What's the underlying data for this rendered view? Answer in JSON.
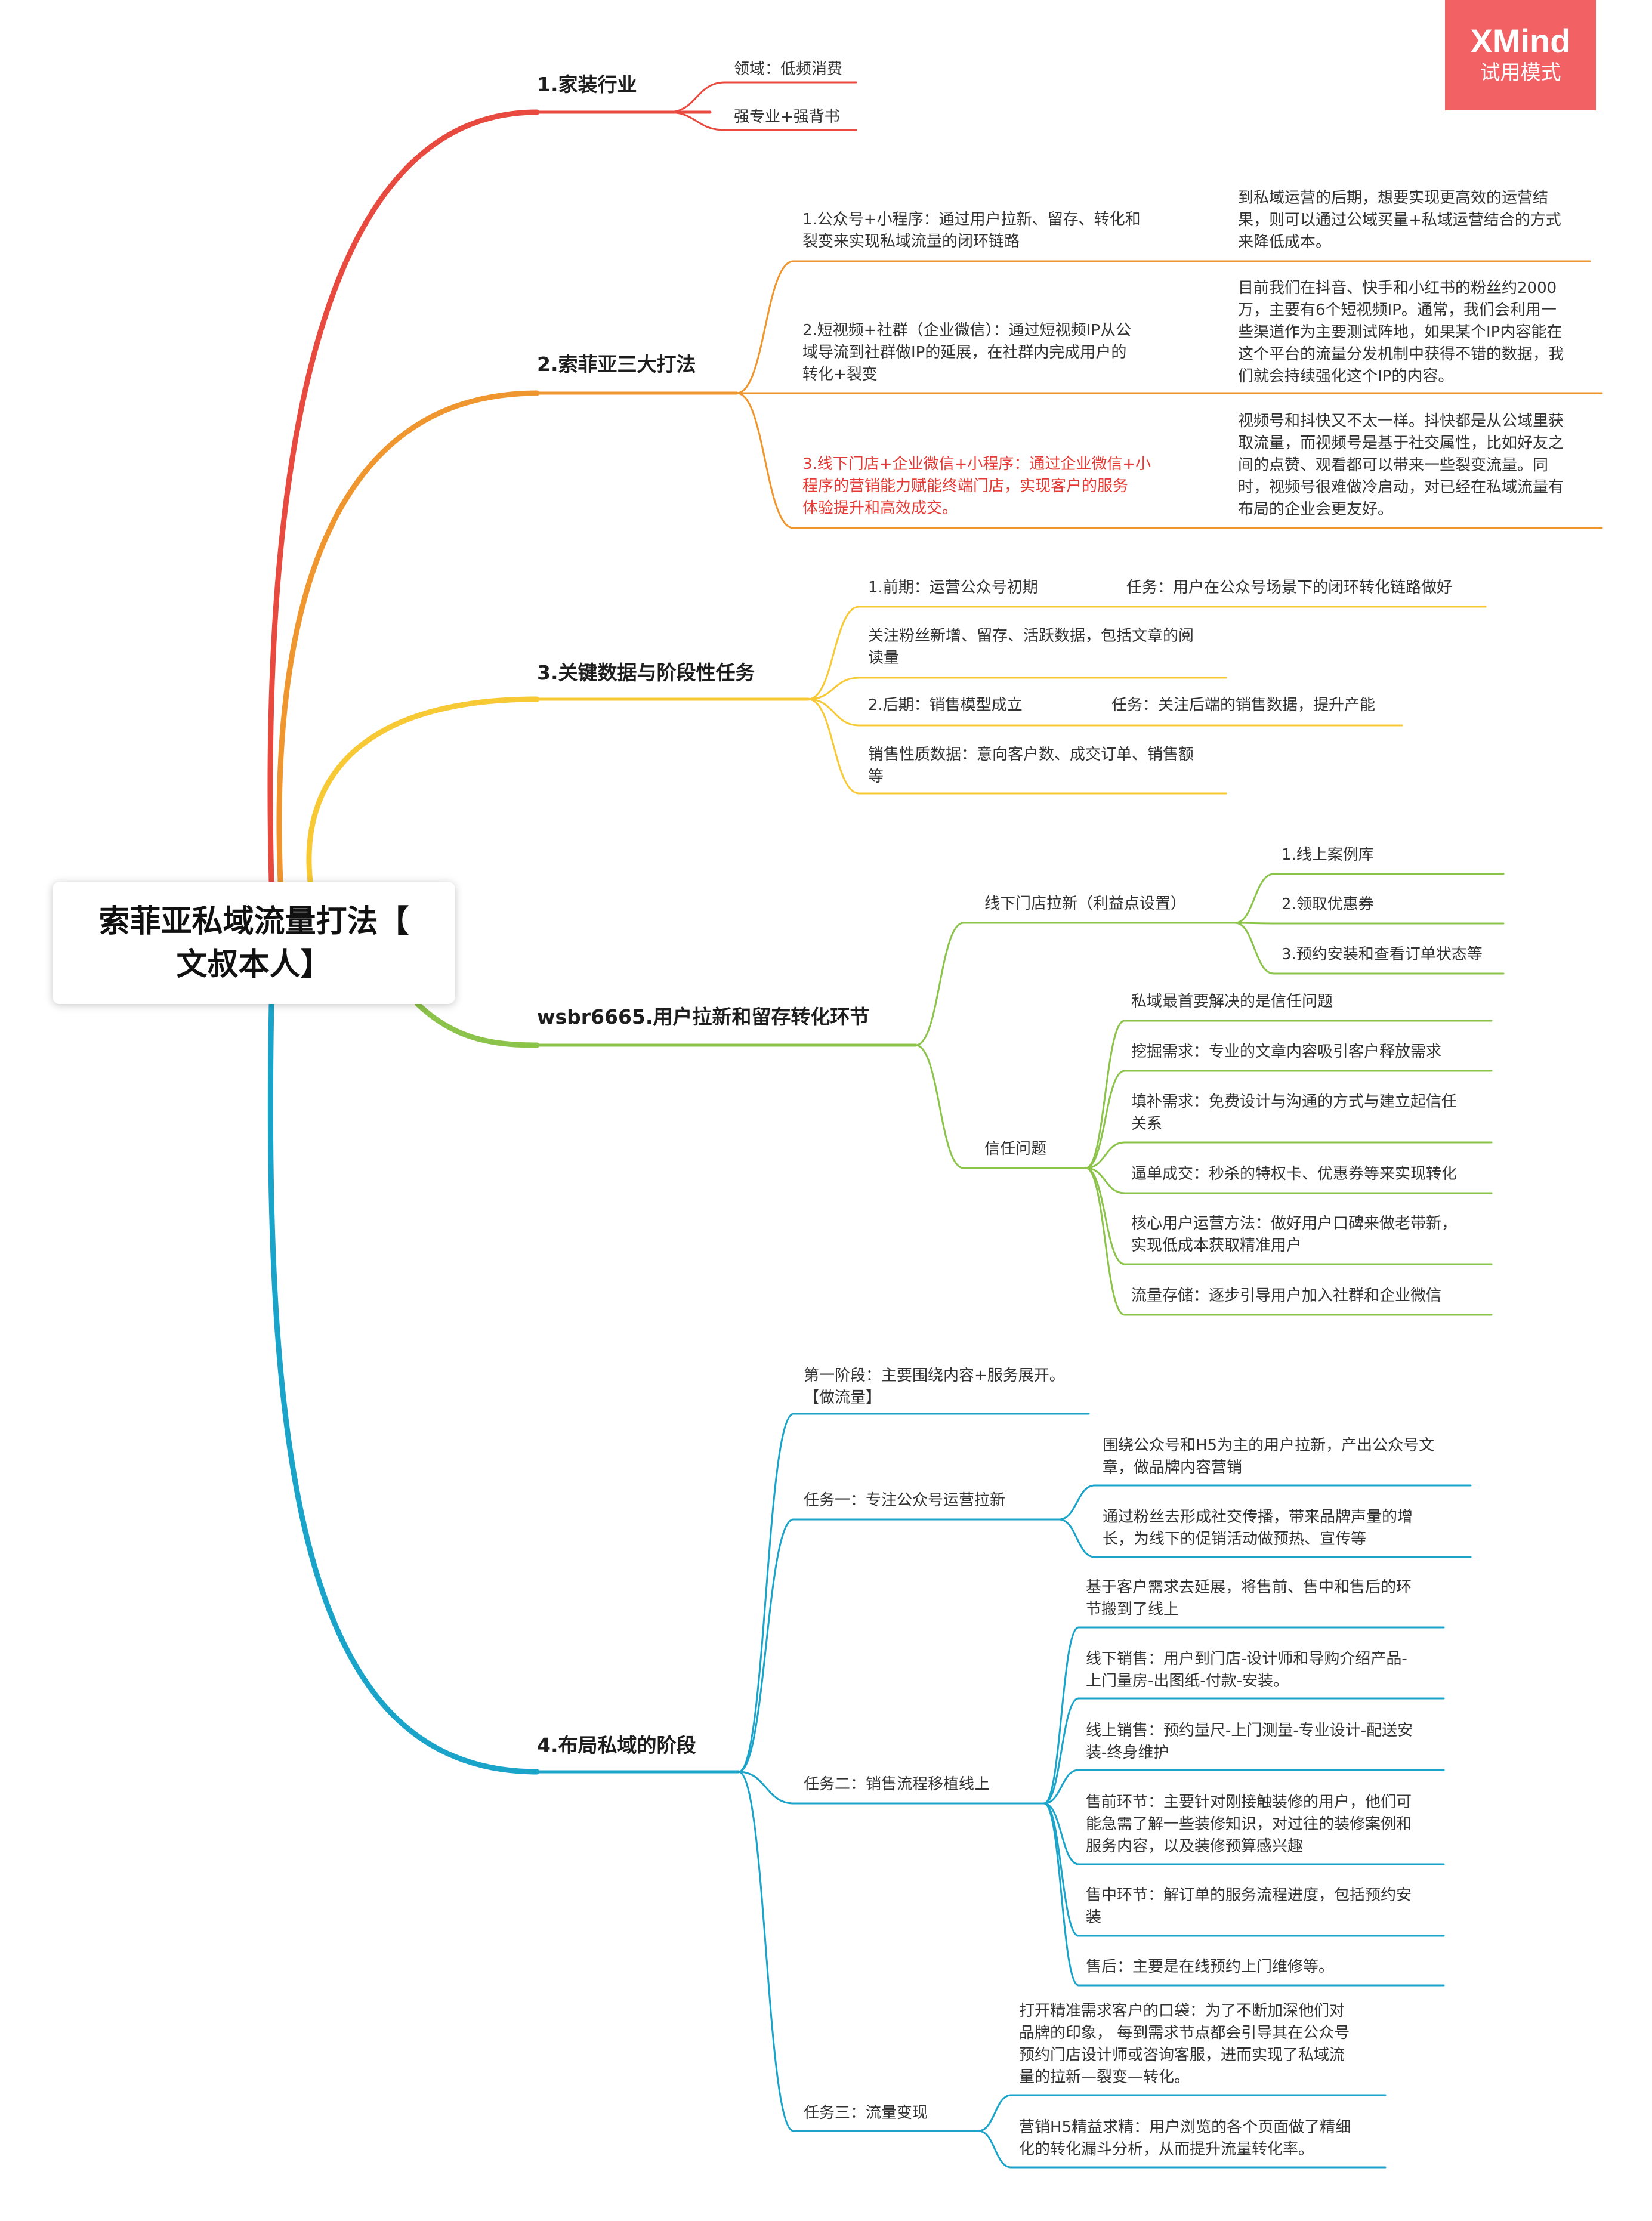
{
  "badge": {
    "brand": "XMind",
    "mode": "试用模式"
  },
  "colors": {
    "red": "#e84a3f",
    "orange": "#f0962e",
    "yellow": "#f7c935",
    "green": "#8cc34a",
    "blue": "#1ba4c9"
  },
  "root": {
    "title": "索菲亚私域流量打法【\n文叔本人】"
  },
  "branch1": {
    "title": "1.家装行业",
    "items": [
      "领域：低频消费",
      "强专业+强背书"
    ]
  },
  "branch2": {
    "title": "2.索菲亚三大打法",
    "items": [
      {
        "text": "1.公众号+小程序：通过用户拉新、留存、转化和\n裂变来实现私域流量的闭环链路",
        "note": "到私域运营的后期，想要实现更高效的运营结\n果，则可以通过公域买量+私域运营结合的方式\n来降低成本。"
      },
      {
        "text": "2.短视频+社群（企业微信）：通过短视频IP从公\n域导流到社群做IP的延展，在社群内完成用户的\n转化+裂变",
        "note": "目前我们在抖音、快手和小红书的粉丝约2000\n万，主要有6个短视频IP。通常，我们会利用一\n些渠道作为主要测试阵地，如果某个IP内容能在\n这个平台的流量分发机制中获得不错的数据，我\n们就会持续强化这个IP的内容。"
      },
      {
        "text": "3.线下门店+企业微信+小程序：通过企业微信+小\n程序的营销能力赋能终端门店，实现客户的服务\n体验提升和高效成交。",
        "note": "视频号和抖快又不太一样。抖快都是从公域里获\n取流量，而视频号是基于社交属性，比如好友之\n间的点赞、观看都可以带来一些裂变流量。同\n时，视频号很难做冷启动，对已经在私域流量有\n布局的企业会更友好。"
      }
    ]
  },
  "branch3": {
    "title": "3.关键数据与阶段性任务",
    "items": [
      {
        "text": "1.前期：运营公众号初期",
        "task": "任务：用户在公众号场景下的闭环转化链路做好"
      },
      {
        "text": "关注粉丝新增、留存、活跃数据，包括文章的阅\n读量"
      },
      {
        "text": "2.后期：销售模型成立",
        "task": "任务：关注后端的销售数据，提升产能"
      },
      {
        "text": "销售性质数据：意向客户数、成交订单、销售额\n等"
      }
    ]
  },
  "branch4": {
    "title": "wsbr6665.用户拉新和留存转化环节",
    "offline": {
      "label": "线下门店拉新（利益点设置）",
      "items": [
        "1.线上案例库",
        "2.领取优惠券",
        "3.预约安装和查看订单状态等"
      ]
    },
    "trust": {
      "label": "信任问题",
      "items": [
        "私域最首要解决的是信任问题",
        "挖掘需求：专业的文章内容吸引客户释放需求",
        "填补需求：免费设计与沟通的方式与建立起信任\n关系",
        "逼单成交：秒杀的特权卡、优惠券等来实现转化",
        "核心用户运营方法：做好用户口碑来做老带新，\n实现低成本获取精准用户",
        "流量存储：逐步引导用户加入社群和企业微信"
      ]
    }
  },
  "branch5": {
    "title": "4.布局私域的阶段",
    "stage1": "第一阶段：主要围绕内容+服务展开。\n【做流量】",
    "task1": {
      "label": "任务一：专注公众号运营拉新",
      "items": [
        "围绕公众号和H5为主的用户拉新，产出公众号文\n章，做品牌内容营销",
        "通过粉丝去形成社交传播，带来品牌声量的增\n长，为线下的促销活动做预热、宣传等"
      ]
    },
    "task2": {
      "label": "任务二：销售流程移植线上",
      "items": [
        "基于客户需求去延展，将售前、售中和售后的环\n节搬到了线上",
        "线下销售：用户到门店-设计师和导购介绍产品-\n上门量房-出图纸-付款-安装。",
        "线上销售：预约量尺-上门测量-专业设计-配送安\n装-终身维护",
        "售前环节：主要针对刚接触装修的用户，他们可\n能急需了解一些装修知识，对过往的装修案例和\n服务内容，以及装修预算感兴趣",
        "售中环节：解订单的服务流程进度，包括预约安\n装",
        "售后：主要是在线预约上门维修等。"
      ]
    },
    "task3": {
      "label": "任务三：流量变现",
      "items": [
        "打开精准需求客户的口袋：为了不断加深他们对\n品牌的印象， 每到需求节点都会引导其在公众号\n预约门店设计师或咨询客服，进而实现了私域流\n量的拉新—裂变—转化。",
        "营销H5精益求精：用户浏览的各个页面做了精细\n化的转化漏斗分析，从而提升流量转化率。"
      ]
    }
  }
}
